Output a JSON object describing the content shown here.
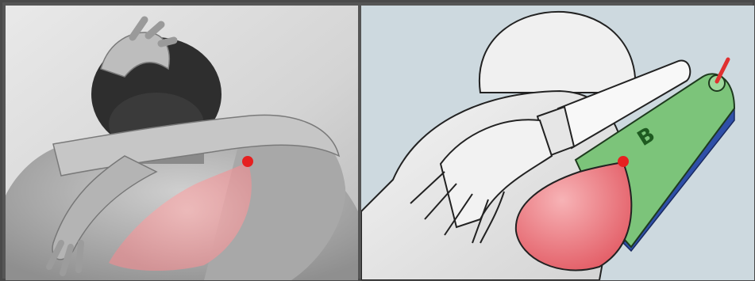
{
  "image": {
    "panels": [
      {
        "kind": "photograph",
        "subject": "back-shoulder-stretch"
      },
      {
        "kind": "illustration",
        "subject": "shoulder-model"
      }
    ],
    "labels": {
      "model_board_letter": "B"
    },
    "colors": {
      "muscle_highlight": "#f07a82",
      "marker_dot": "#e62020",
      "board_green": "#7cc47a",
      "board_blue": "#2f4fa8",
      "pin_red": "#e03030",
      "background_right": "#cdd9df",
      "frame": "#555555"
    }
  }
}
